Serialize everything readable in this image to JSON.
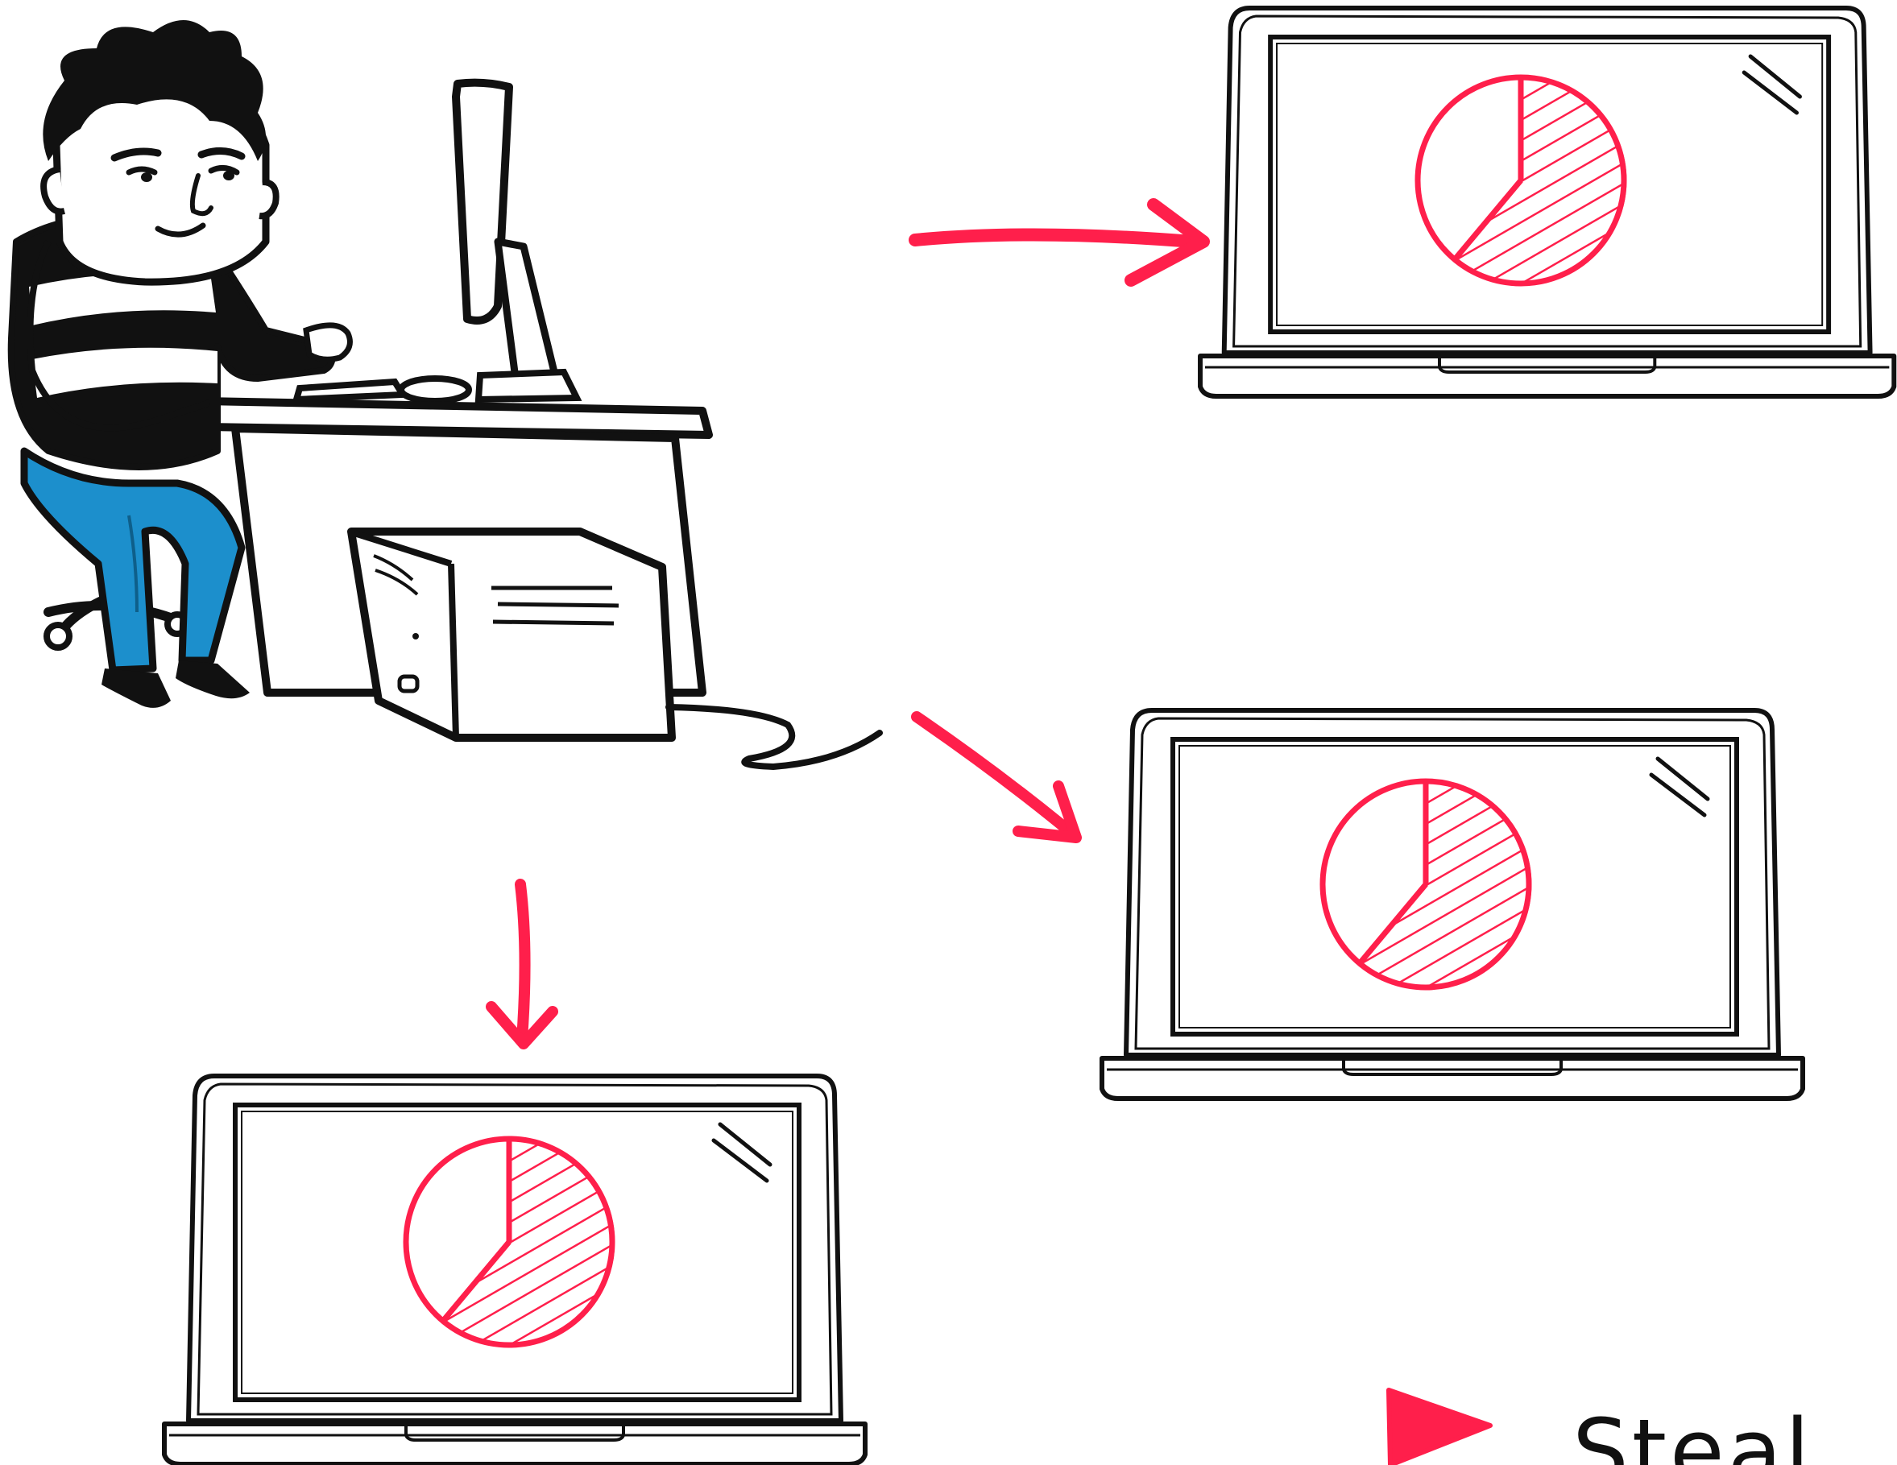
{
  "colors": {
    "accent": "#ff1f4b",
    "ink": "#111111",
    "jeans": "#1c8fcc",
    "background": "#ffffff"
  },
  "illustration": {
    "person": "cartoon-man-at-desk",
    "computer": "desktop-monitor-and-tower",
    "screens": [
      {
        "id": "laptop-top-right",
        "graphic": "pie-chart-icon"
      },
      {
        "id": "laptop-middle-right",
        "graphic": "pie-chart-icon"
      },
      {
        "id": "laptop-bottom-left",
        "graphic": "pie-chart-icon"
      }
    ]
  },
  "brand": {
    "text": "Steal",
    "icon": "play-triangle-icon"
  }
}
